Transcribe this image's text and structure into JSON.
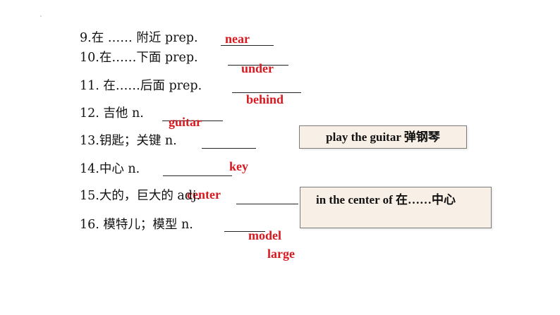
{
  "items": [
    {
      "label": "9.在 …… 附近  prep.",
      "answer": "near"
    },
    {
      "label": "10.在……下面   prep.",
      "answer": "under"
    },
    {
      "label": "11. 在……后面   prep.",
      "answer": "behind"
    },
    {
      "label": "12. 吉他   n.",
      "answer": "guitar"
    },
    {
      "label": "13.钥匙；关键  n.",
      "answer": "key"
    },
    {
      "label": "14.中心   n.",
      "answer": "center"
    },
    {
      "label": "15.大的，巨大的    adj.",
      "answer": "large"
    },
    {
      "label": "16. 模特儿；模型   n.",
      "answer": "model"
    }
  ],
  "notes": {
    "phrase1": "play the guitar 弹钢琴",
    "phrase2": "in the center of 在……中心"
  },
  "colors": {
    "answer": "#d71920",
    "box_fill": "#f8f0e6",
    "box_border": "#7a7a7a"
  }
}
